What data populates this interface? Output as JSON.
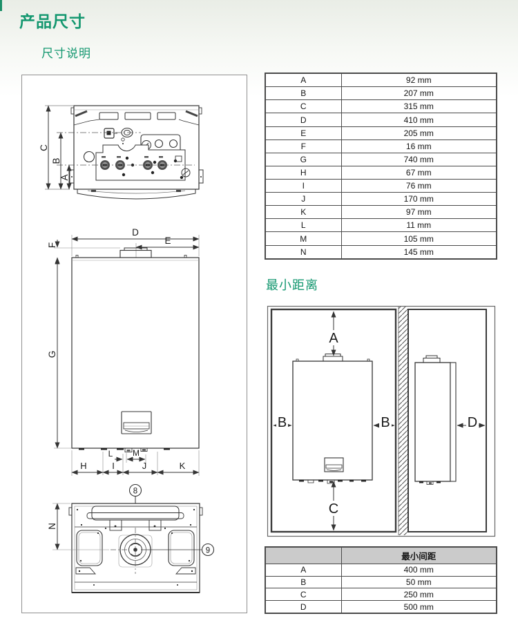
{
  "page": {
    "title": "产品尺寸",
    "section1_title": "尺寸说明",
    "section2_title": "最小距离"
  },
  "colors": {
    "accent_green": "#13976F",
    "table_border": "#4a4a4a",
    "table_header_bg": "#cbcbcb",
    "drawing_line": "#333333"
  },
  "dimension_table": {
    "rows": [
      {
        "label": "A",
        "value": "92 mm"
      },
      {
        "label": "B",
        "value": "207 mm"
      },
      {
        "label": "C",
        "value": "315 mm"
      },
      {
        "label": "D",
        "value": "410 mm"
      },
      {
        "label": "E",
        "value": "205 mm"
      },
      {
        "label": "F",
        "value": "16 mm"
      },
      {
        "label": "G",
        "value": "740 mm"
      },
      {
        "label": "H",
        "value": "67 mm"
      },
      {
        "label": "I",
        "value": "76 mm"
      },
      {
        "label": "J",
        "value": "170 mm"
      },
      {
        "label": "K",
        "value": "97 mm"
      },
      {
        "label": "L",
        "value": "11 mm"
      },
      {
        "label": "M",
        "value": "105 mm"
      },
      {
        "label": "N",
        "value": "145 mm"
      }
    ]
  },
  "min_spacing_table": {
    "header_label": "最小间距",
    "rows": [
      {
        "label": "A",
        "value": "400 mm"
      },
      {
        "label": "B",
        "value": "50 mm"
      },
      {
        "label": "C",
        "value": "250 mm"
      },
      {
        "label": "D",
        "value": "500 mm"
      }
    ]
  },
  "drawing_labels": {
    "bottom_view": {
      "c": "C",
      "b": "B",
      "a": "A"
    },
    "front_view": {
      "d": "D",
      "e": "E",
      "f": "F",
      "g": "G",
      "l": "L",
      "m": "M",
      "h": "H",
      "i": "I",
      "j": "J",
      "k": "K"
    },
    "base_view": {
      "n": "N",
      "callout_8": "8",
      "callout_9": "9"
    },
    "min_distance": {
      "a": "A",
      "b_left": "B",
      "b_right": "B",
      "c": "C",
      "d": "D"
    }
  }
}
